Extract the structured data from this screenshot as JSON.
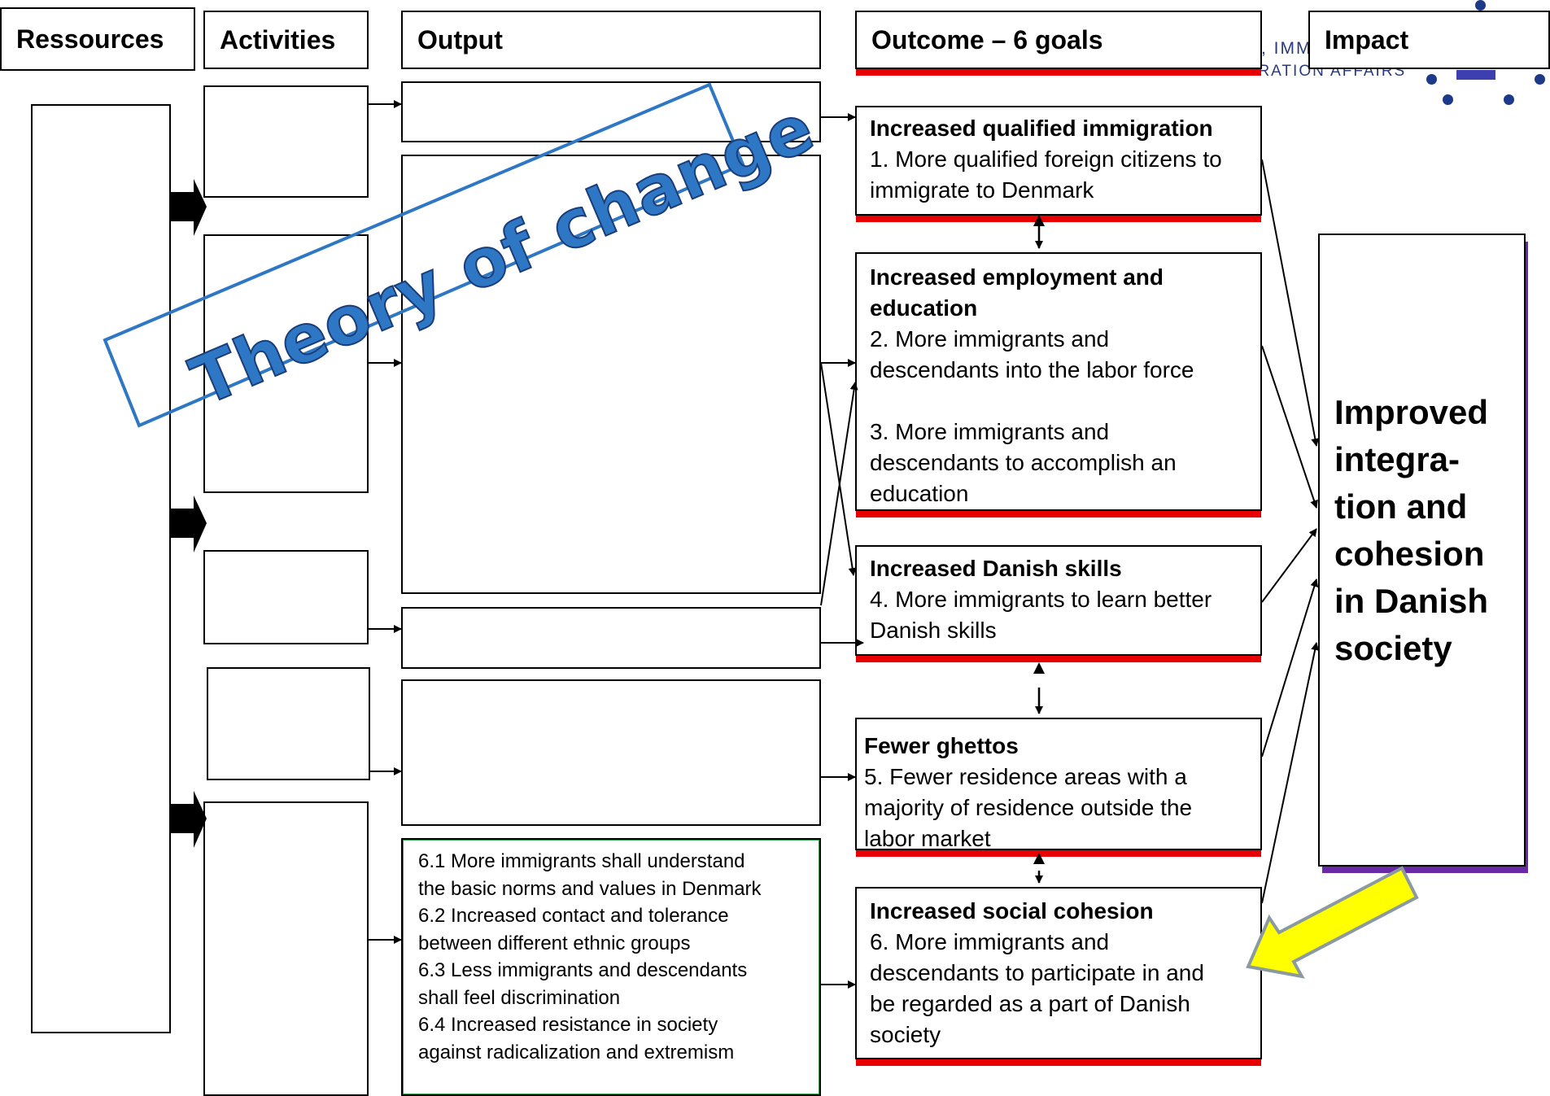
{
  "headers": {
    "resources": "Ressources",
    "activities": "Activities",
    "output": "Output",
    "outcome": "Outcome – 6 goals",
    "impact": "Impact"
  },
  "ministry_text": ", IMM",
  "ministry_text_2": "AND INTEGRATION AFFAIRS",
  "stamp": "Theory of change",
  "outcomes": [
    {
      "title": "Increased qualified immigration",
      "lines": [
        "1. More qualified foreign citizens to",
        "immigrate to Denmark"
      ]
    },
    {
      "title": "Increased employment and",
      "title2": "education",
      "lines": [
        "2. More immigrants and",
        "descendants into the labor force",
        "",
        "3. More immigrants and",
        "descendants to accomplish an",
        "education"
      ]
    },
    {
      "title": "Increased Danish skills",
      "lines": [
        "4. More immigrants to learn better",
        "Danish skills"
      ]
    },
    {
      "title": "Fewer ghettos",
      "lines": [
        "5. Fewer residence areas with a",
        "majority of residence outside the",
        "labor market"
      ]
    },
    {
      "title": "Increased social cohesion",
      "lines": [
        "6. More immigrants and",
        "descendants to participate in and",
        "be regarded as a part of Danish",
        "society"
      ]
    }
  ],
  "output_goal6": [
    "6.1 More immigrants shall understand",
    "the basic norms and values in Denmark",
    "6.2 Increased contact and tolerance",
    "between different ethnic groups",
    "6.3 Less immigrants and descendants",
    "shall feel discrimination",
    "6.4 Increased resistance in society",
    "against radicalization and extremism"
  ],
  "impact": [
    "Improved",
    "integra-",
    "tion and",
    "cohesion",
    "in Danish",
    "society"
  ],
  "colors": {
    "accent_red": "#e80000",
    "stamp_blue": "#2e77c5",
    "highlight_arrow": "#ffff00",
    "impact_shadow": "#6a2aa6"
  }
}
